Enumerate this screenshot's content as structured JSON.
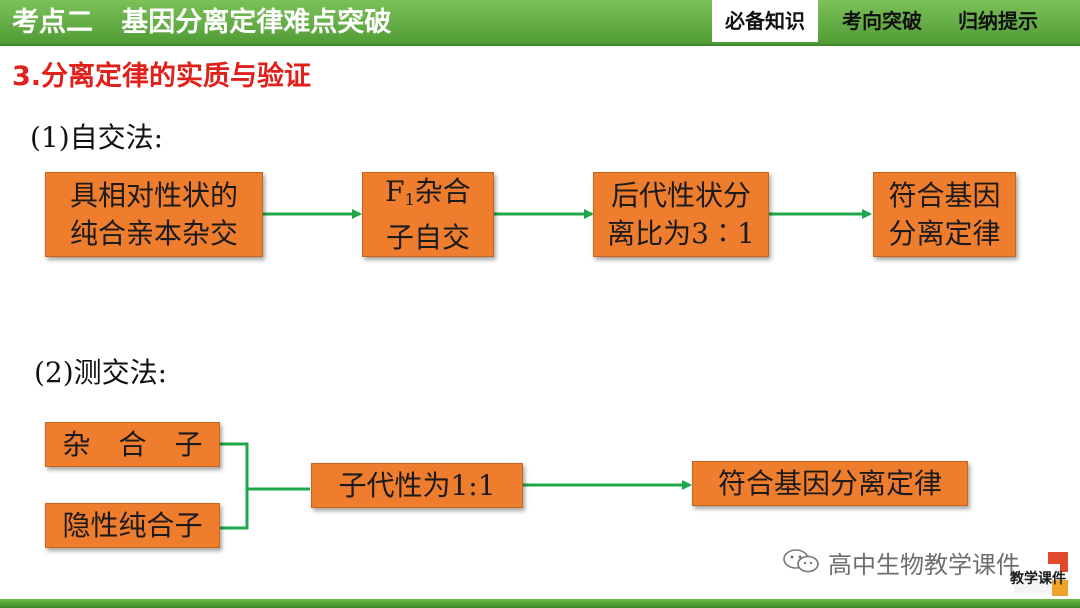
{
  "header": {
    "title": "考点二   基因分离定律难点突破",
    "tabs": [
      {
        "label": "必备知识",
        "active": true
      },
      {
        "label": "考向突破",
        "active": false
      },
      {
        "label": "归纳提示",
        "active": false
      }
    ]
  },
  "section_title": "3.分离定律的实质与验证",
  "self_cross": {
    "title": "(1)自交法:",
    "steps": [
      {
        "line1": "具相对性状的",
        "line2": "纯合亲本杂交"
      },
      {
        "line1_pre": "F",
        "line1_sub": "1",
        "line1_post": "杂合",
        "line2": "子自交"
      },
      {
        "line1": "后代性状分",
        "line2": "离比为3∶1"
      },
      {
        "line1": "符合基因",
        "line2": "分离定律"
      }
    ]
  },
  "test_cross": {
    "title": "(2)测交法:",
    "inputs": [
      "杂　合　子",
      "隐性纯合子"
    ],
    "result": "子代性为1:1",
    "conclusion": "符合基因分离定律"
  },
  "watermark": {
    "text": "高中生物教学课件",
    "logo_text": "教学课件"
  },
  "colors": {
    "header_green": "#5aa83c",
    "box_orange": "#ef7d2e",
    "arrow_green": "#1fa84a",
    "title_red": "#e0211b"
  }
}
